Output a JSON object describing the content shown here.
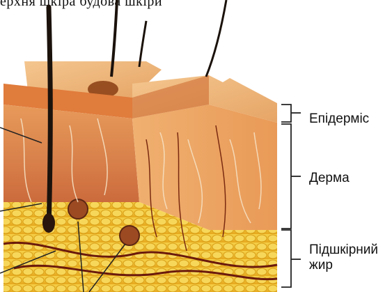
{
  "header_fragment": "ерхня шкіра будова шкіри",
  "labels": {
    "epidermis": "Епідерміс",
    "dermis": "Дерма",
    "subcutaneous_fat": "Підшкірний жир"
  },
  "colors": {
    "epidermis": "#e8a363",
    "dermis": "#d9804a",
    "fat": "#f2c230",
    "hair": "#1b120c",
    "bracket": "#222222"
  }
}
